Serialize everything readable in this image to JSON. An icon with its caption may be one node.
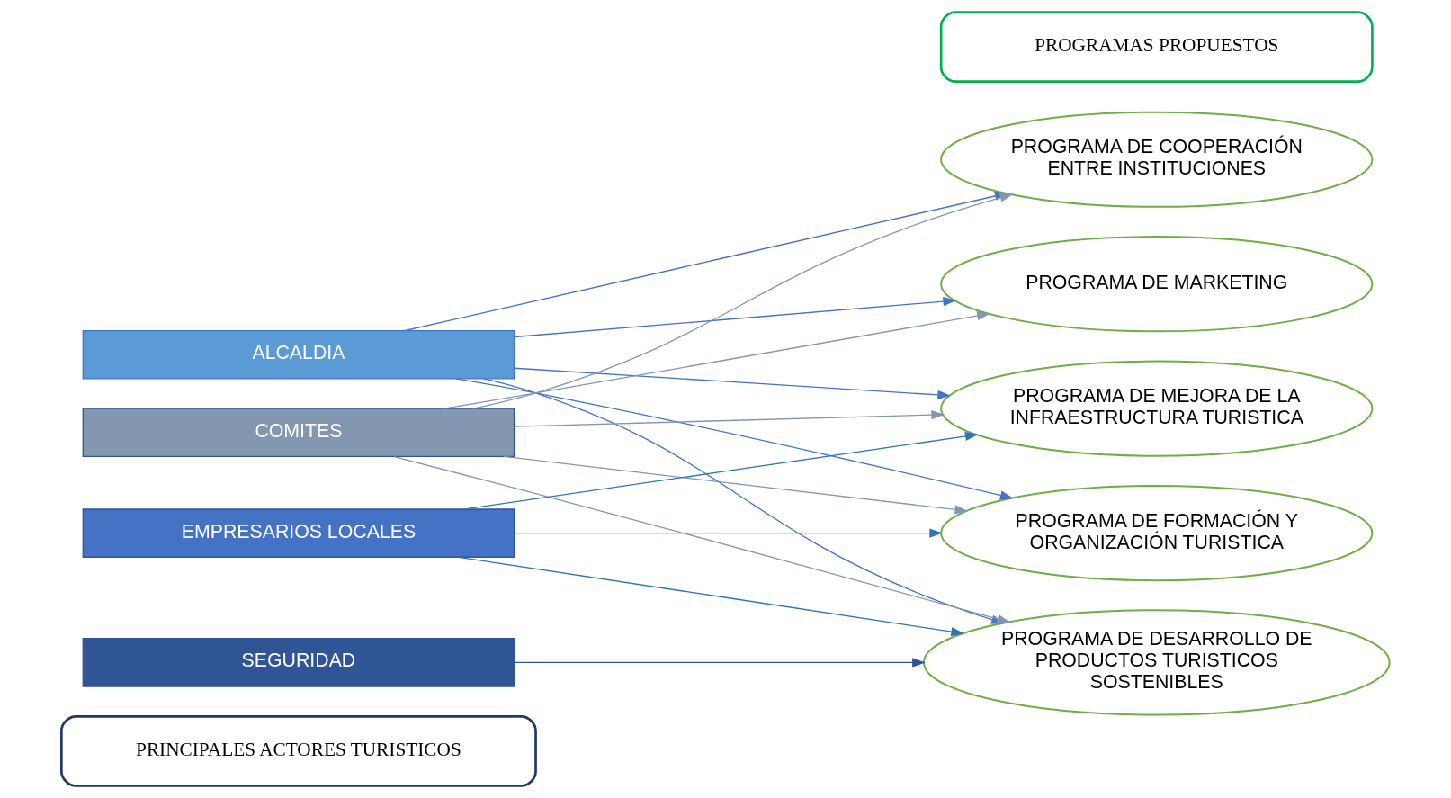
{
  "diagram": {
    "nodes": [
      {
        "text": [
          "PRINCIPALES ACTORES TURISTICOS"
        ]
      },
      {
        "text": [
          "PROGRAMAS PROPUESTOS"
        ]
      },
      {
        "text": [
          "ALCALDIA"
        ]
      },
      {
        "text": [
          "COMITES"
        ]
      },
      {
        "text": [
          "SEGURIDAD"
        ]
      },
      {
        "text": [
          "EMPRESARIOS LOCALES"
        ]
      },
      {
        "text": [
          "PROGRAMA DE MARKETING"
        ]
      },
      {
        "text": [
          "PROGRAMA DE FORMACIÓN Y ORGANIZACIÓN TURISTICA"
        ]
      },
      {
        "text": [
          "PROGRAMA DE MEJORA DE LA INFRAESTRUCTURA TURISTICA"
        ]
      },
      {
        "text": [
          "PROGRAMA DE DESARROLLO DE PRODUCTOS TURISTICOS SOSTENIBLES"
        ]
      },
      {
        "text": [
          "PROGRAMA DE COOPERACIÓN ENTRE INSTITUCIONES"
        ]
      }
    ],
    "edges": [
      {
        "from": 2,
        "to": 6,
        "arrow": "to",
        "color": "#4472c4"
      },
      {
        "from": 2,
        "to": 7,
        "arrow": "to",
        "color": "#4472c4"
      },
      {
        "from": 2,
        "to": 8,
        "arrow": "to",
        "color": "#4472c4"
      },
      {
        "from": 2,
        "to": 9,
        "arrow": "to",
        "color": "#4472c4"
      },
      {
        "from": 2,
        "to": 10,
        "arrow": "to",
        "color": "#4472c4"
      },
      {
        "from": 3,
        "to": 6,
        "arrow": "to",
        "color": "#8497b0"
      },
      {
        "from": 3,
        "to": 7,
        "arrow": "to",
        "color": "#8497b0"
      },
      {
        "from": 3,
        "to": 8,
        "arrow": "to",
        "color": "#8497b0"
      },
      {
        "from": 3,
        "to": 9,
        "arrow": "to",
        "color": "#8497b0"
      },
      {
        "from": 3,
        "to": 10,
        "arrow": "to",
        "color": "#8497b0"
      },
      {
        "from": 4,
        "to": 9,
        "arrow": "to",
        "color": "#2f5597"
      },
      {
        "from": 5,
        "to": 7,
        "arrow": "to",
        "color": "#2e75b6"
      },
      {
        "from": 5,
        "to": 8,
        "arrow": "to",
        "color": "#2e75b6"
      },
      {
        "from": 5,
        "to": 9,
        "arrow": "to",
        "color": "#2e75b6"
      }
    ]
  }
}
